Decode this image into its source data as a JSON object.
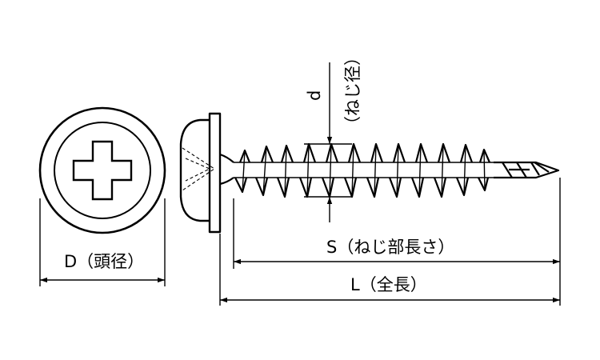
{
  "labels": {
    "head_diameter": "D（頭径）",
    "thread_diameter_symbol": "d",
    "thread_diameter_note": "（ねじ径）",
    "thread_length": "S（ねじ部長さ）",
    "total_length": "L（全長）"
  },
  "colors": {
    "line": "#000000",
    "background": "#ffffff"
  }
}
